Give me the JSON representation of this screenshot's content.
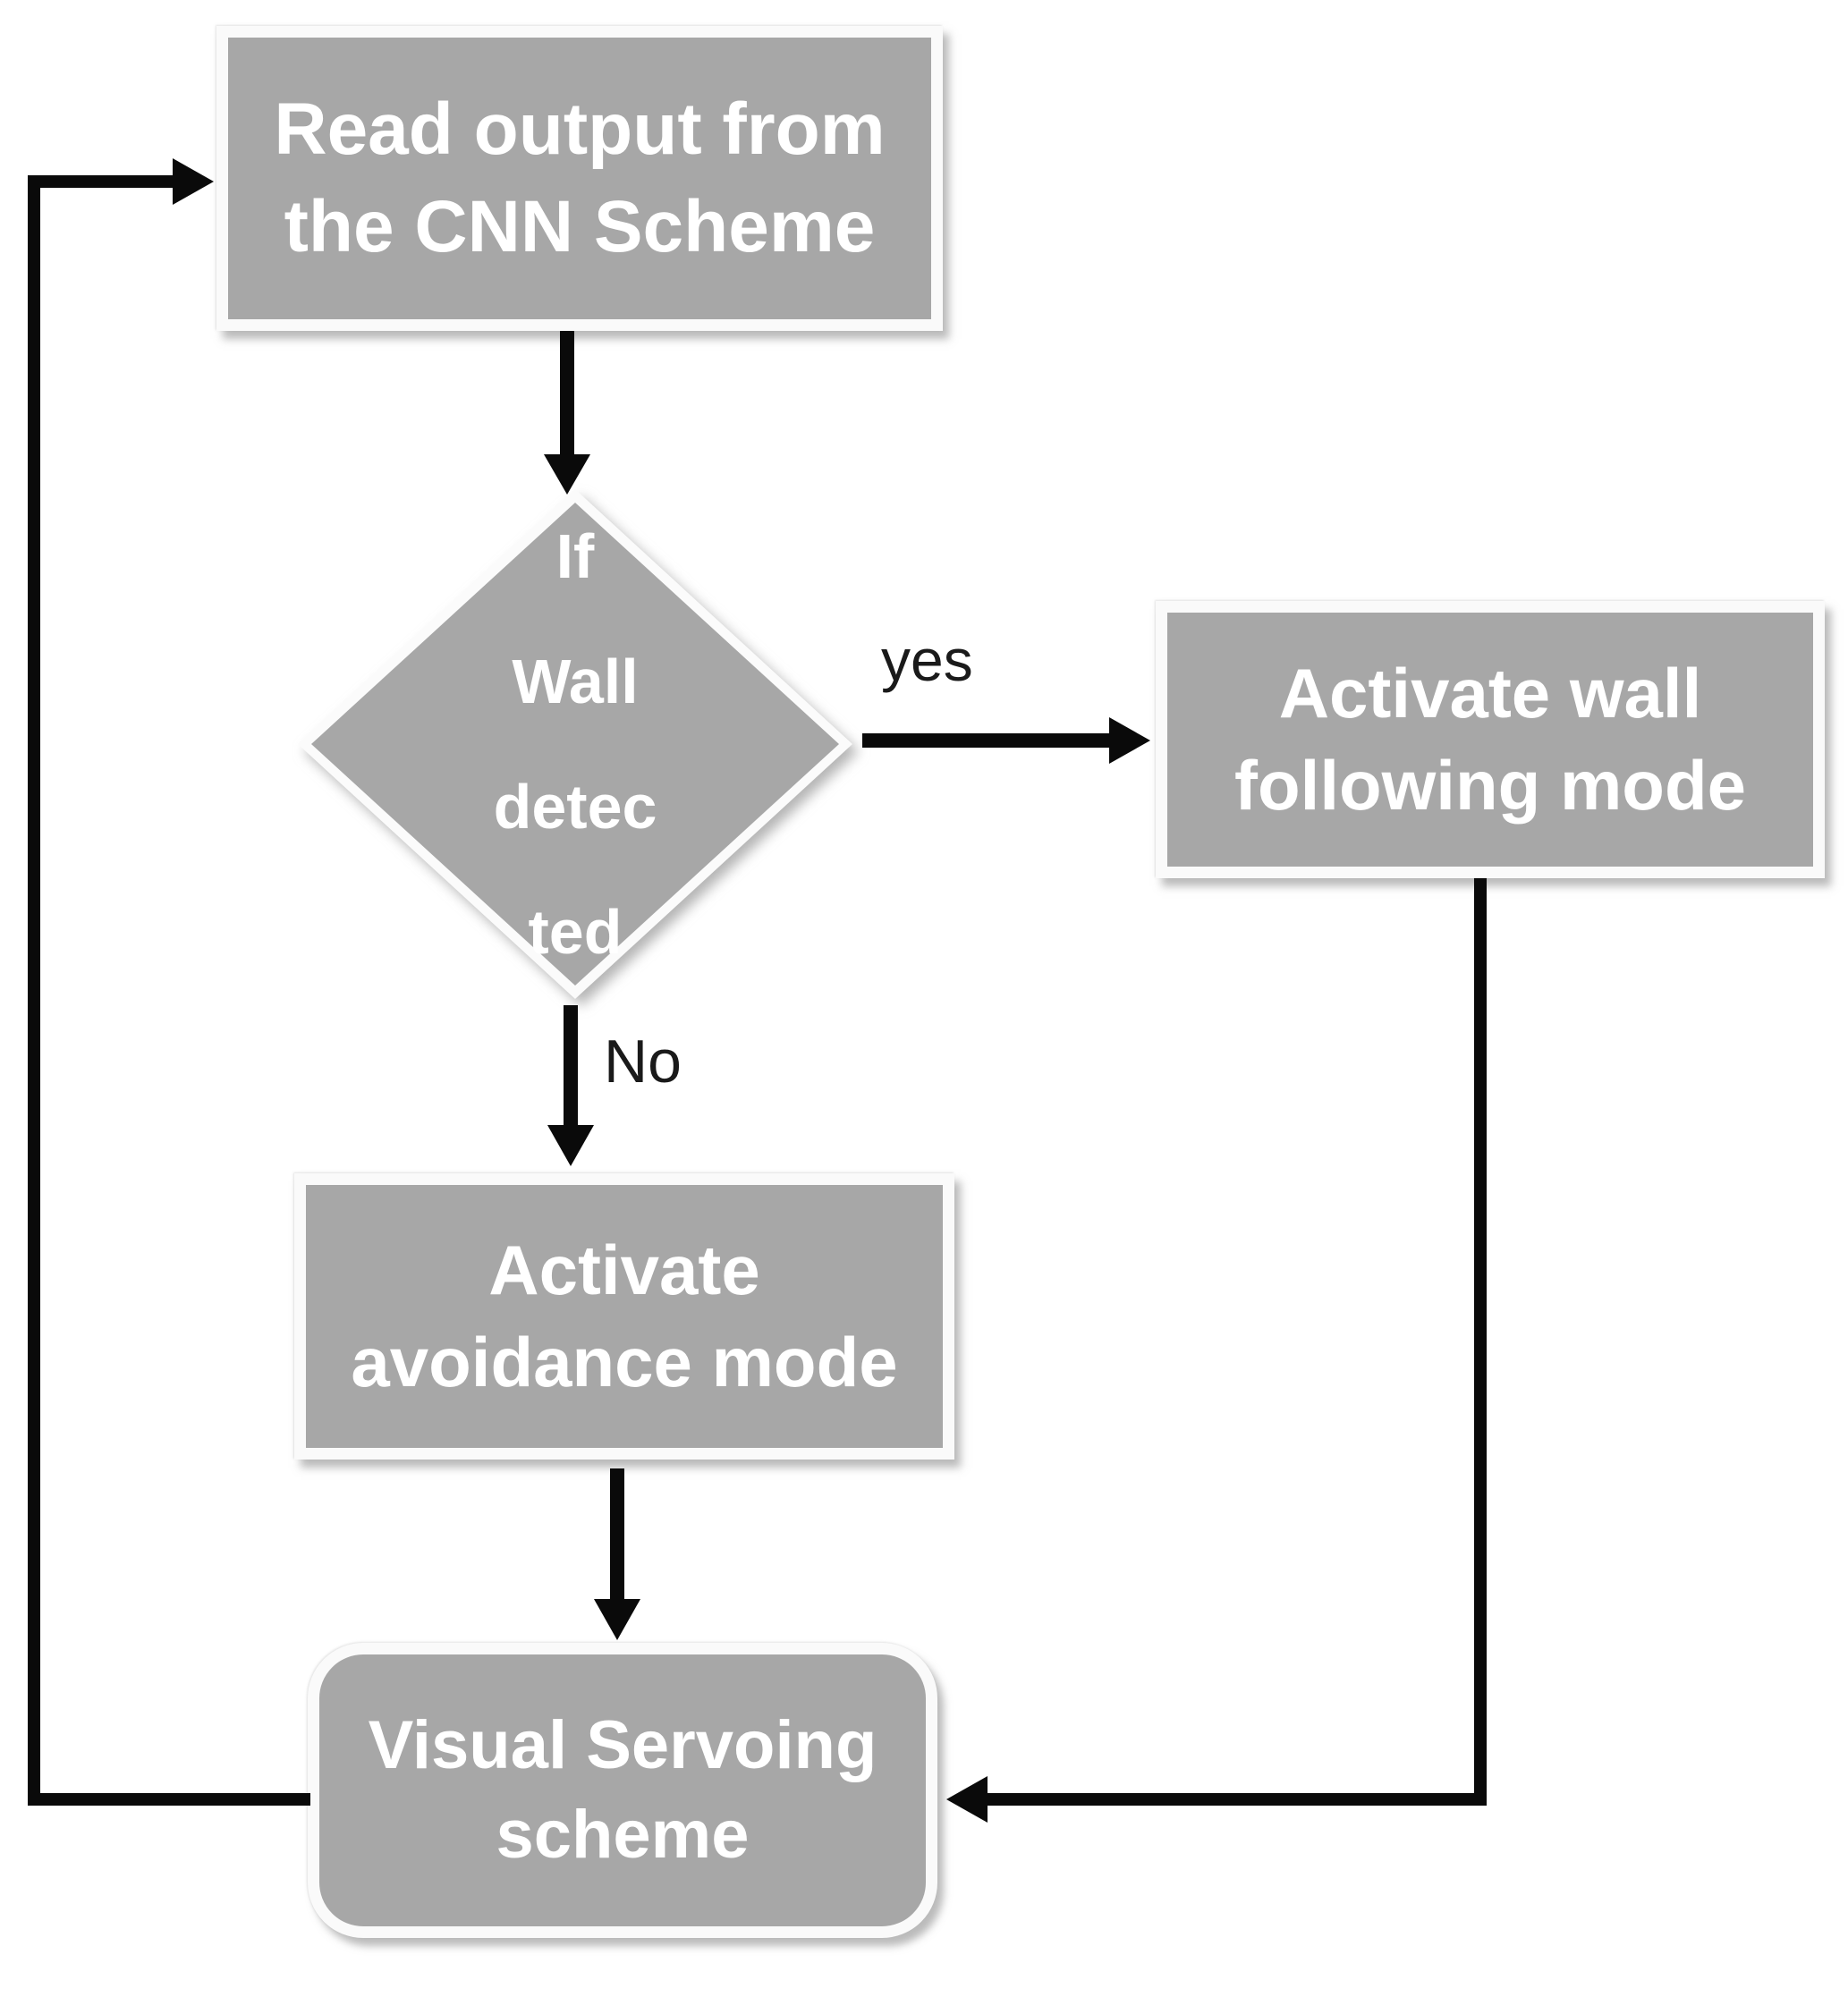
{
  "diagram_type": "flowchart",
  "colors": {
    "background": "#ffffff",
    "node_fill": "#a7a7a7",
    "node_border": "#fafafa",
    "node_text": "#ffffff",
    "arrow": "#0a0a0a",
    "edge_label_text": "#1a1a1a"
  },
  "nodes": {
    "read_output": {
      "type": "process",
      "label": "Read output from\nthe CNN Scheme"
    },
    "wall_detected": {
      "type": "decision",
      "label": "If\nWall\ndetec\nted"
    },
    "wall_following": {
      "type": "process",
      "label": "Activate wall\nfollowing mode"
    },
    "avoidance": {
      "type": "process",
      "label": "Activate\navoidance mode"
    },
    "visual_servoing": {
      "type": "terminal",
      "label": "Visual Servoing\nscheme"
    }
  },
  "edges": [
    {
      "from": "read_output",
      "to": "wall_detected",
      "label": ""
    },
    {
      "from": "wall_detected",
      "to": "wall_following",
      "label": "yes"
    },
    {
      "from": "wall_detected",
      "to": "avoidance",
      "label": "No"
    },
    {
      "from": "avoidance",
      "to": "visual_servoing",
      "label": ""
    },
    {
      "from": "wall_following",
      "to": "visual_servoing",
      "label": ""
    },
    {
      "from": "visual_servoing",
      "to": "read_output",
      "label": ""
    }
  ]
}
